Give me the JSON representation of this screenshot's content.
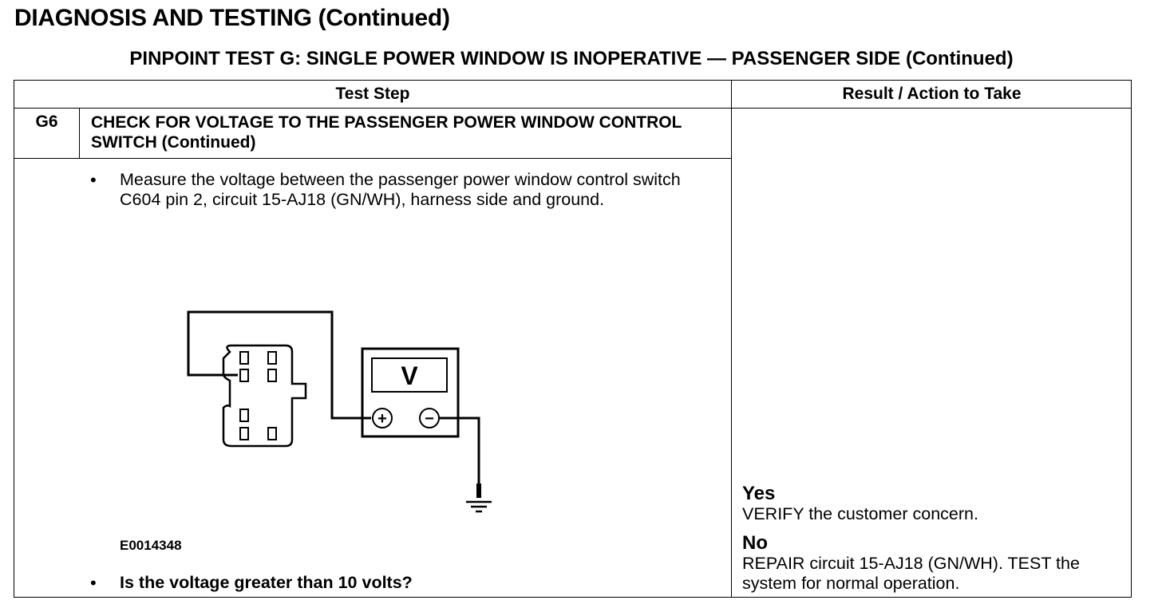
{
  "page": {
    "title": "DIAGNOSIS AND TESTING (Continued)",
    "test_title": "PINPOINT TEST G: SINGLE POWER WINDOW IS INOPERATIVE — PASSENGER SIDE (Continued)"
  },
  "table": {
    "headers": {
      "test_step": "Test Step",
      "result_action": "Result / Action to Take"
    },
    "step": {
      "id": "G6",
      "title": "CHECK FOR VOLTAGE TO THE PASSENGER POWER WINDOW CONTROL SWITCH (Continued)",
      "bullet": "•",
      "instruction": "Measure the voltage between the passenger power window control switch C604 pin 2, circuit 15-AJ18 (GN/WH), harness side and ground.",
      "figure_id": "E0014348",
      "question": "Is the voltage greater than 10 volts?",
      "meter_label": "V",
      "meter_plus": "+",
      "meter_minus": "−"
    },
    "results": [
      {
        "label": "Yes",
        "action": "VERIFY the customer concern."
      },
      {
        "label": "No",
        "action": "REPAIR circuit 15-AJ18 (GN/WH). TEST the system for normal operation."
      }
    ]
  }
}
